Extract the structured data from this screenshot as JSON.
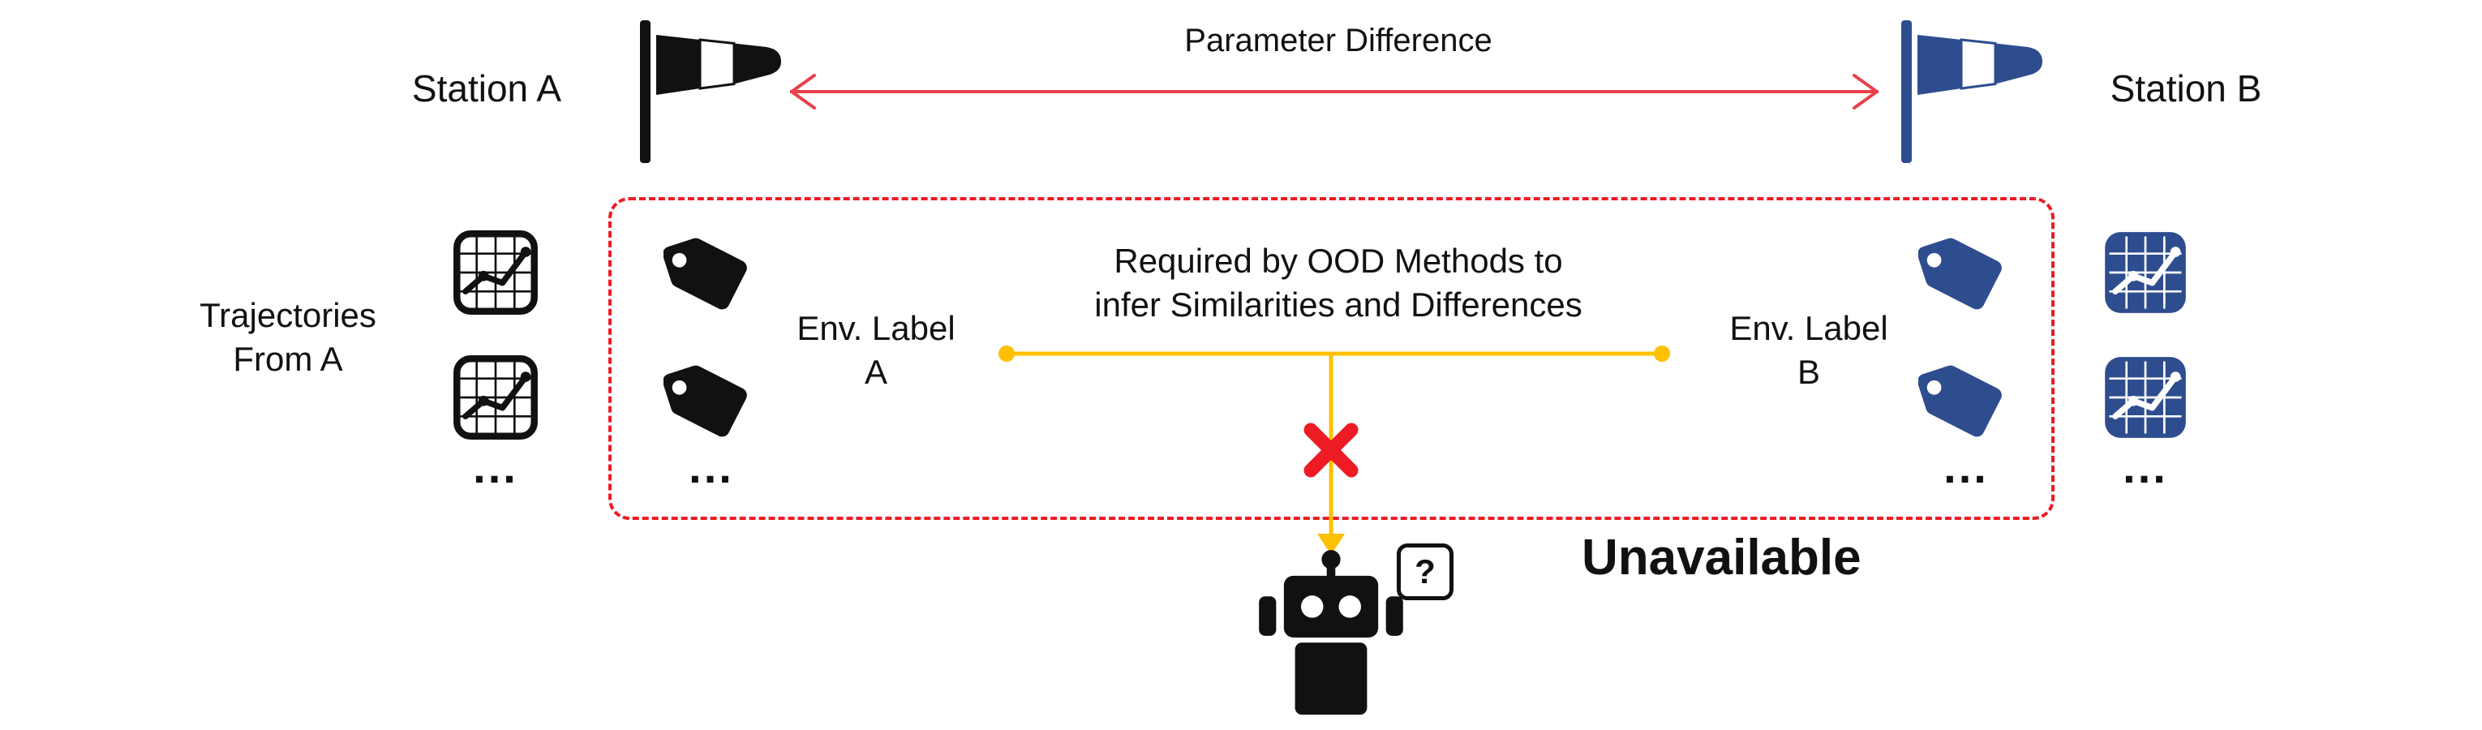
{
  "header": {
    "station_a": "Station A",
    "station_b": "Station B",
    "parameter_difference": "Parameter Difference"
  },
  "left_panel": {
    "trajectories_line1": "Trajectories",
    "trajectories_line2": "From A"
  },
  "box": {
    "required_line1": "Required by OOD Methods to",
    "required_line2": "infer Similarities and Differences",
    "env_label_a_line1": "Env. Label",
    "env_label_a_line2": "A",
    "env_label_b_line1": "Env. Label",
    "env_label_b_line2": "B"
  },
  "footer": {
    "unavailable": "Unavailable",
    "question_mark": "?"
  },
  "ellipsis": "...",
  "icons": {
    "station": "windsock-icon",
    "trajectory": "line-chart-icon",
    "env_label": "tag-icon",
    "blocked": "cross-icon",
    "agent": "robot-icon",
    "question": "question-bubble-icon"
  },
  "colors": {
    "black": "#111111",
    "blue": "#2e4d8f",
    "arrow_red": "#e8414b",
    "alert_red": "#ed1c24",
    "connector_yellow": "#ffc000"
  }
}
